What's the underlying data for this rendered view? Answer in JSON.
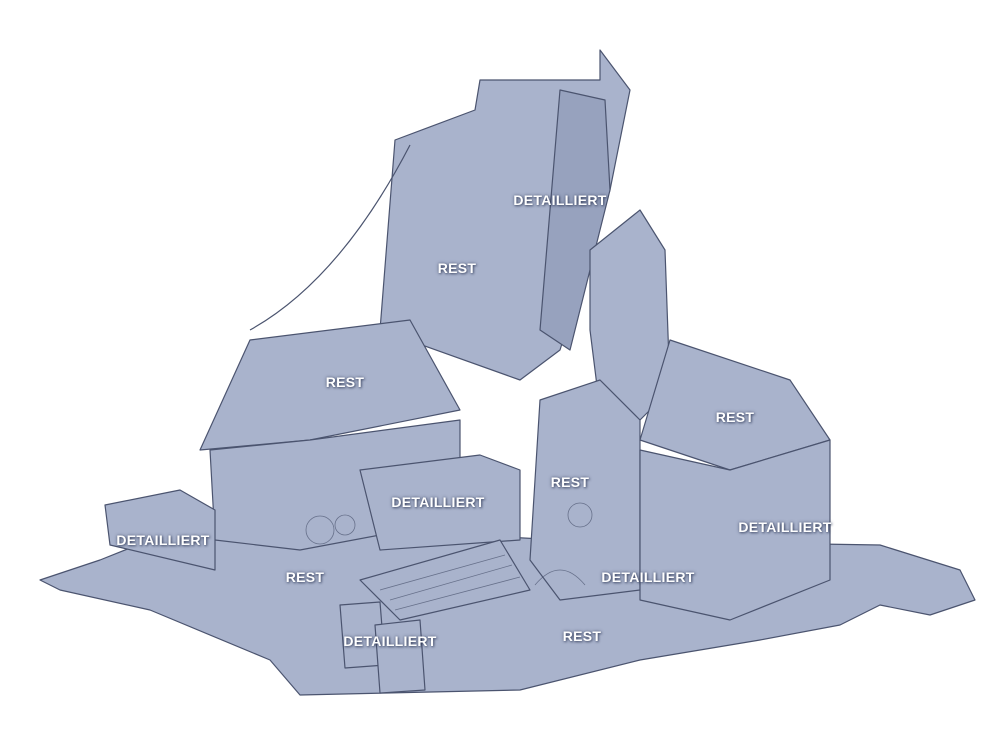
{
  "colors": {
    "fill": "#a9b3cc",
    "fill_dark": "#97a2be",
    "line": "#4b546f",
    "label": "#ffffff"
  },
  "labels": [
    {
      "id": "tower-sign",
      "text": "DETAILLIERT"
    },
    {
      "id": "tower-roof",
      "text": "REST"
    },
    {
      "id": "store-roof",
      "text": "REST"
    },
    {
      "id": "right-roof",
      "text": "REST"
    },
    {
      "id": "chimney-base",
      "text": "REST"
    },
    {
      "id": "market-stall",
      "text": "DETAILLIERT"
    },
    {
      "id": "fence-left",
      "text": "DETAILLIERT"
    },
    {
      "id": "right-entrance",
      "text": "DETAILLIERT"
    },
    {
      "id": "ground-left",
      "text": "REST"
    },
    {
      "id": "workshop-tools",
      "text": "DETAILLIERT"
    },
    {
      "id": "barrels",
      "text": "DETAILLIERT"
    },
    {
      "id": "ground-front",
      "text": "REST"
    }
  ]
}
